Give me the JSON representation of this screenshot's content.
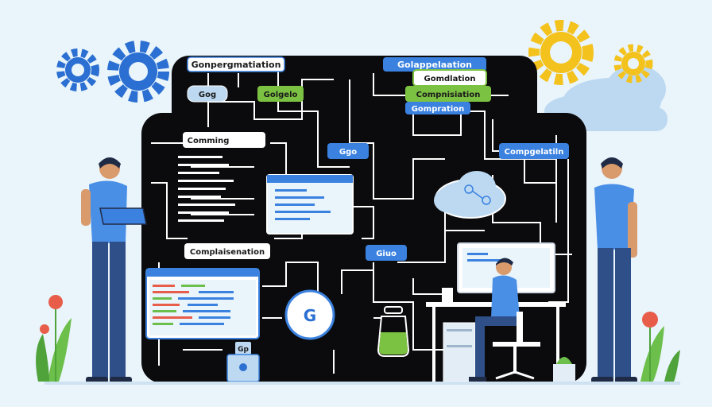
{
  "labels": {
    "top_left": "Gonpergmatiation",
    "top_right": "Golappelaation",
    "gog": "Gog",
    "golgelo": "Golgelo",
    "gomdlation": "Gomdlation",
    "compnisiation": "Compnisiation",
    "gompration": "Gompration",
    "comming": "Comming",
    "ggo": "Ggo",
    "compgelatiln": "Compgelatiln",
    "complaisenation": "Complaisenation",
    "giuo": "Giuo",
    "gp": "Gp",
    "g_logo": "G"
  },
  "colors": {
    "background": "#e9f4fb",
    "board": "#0b0b0d",
    "wire": "#ffffff",
    "accent_blue": "#3b82e0",
    "accent_green": "#7cc242",
    "gear_blue": "#2a6fd1",
    "gear_yellow": "#f4c21c",
    "cloud": "#bcd9f1",
    "shirt": "#4a8fe6",
    "pants": "#2f4f89",
    "leaf": "#6bbf4a",
    "flower": "#e85d4a"
  },
  "icons": [
    "gear-icon",
    "cloud-icon",
    "monitor-icon",
    "laptop-icon",
    "plant-icon",
    "flask-icon",
    "g-logo-icon"
  ]
}
